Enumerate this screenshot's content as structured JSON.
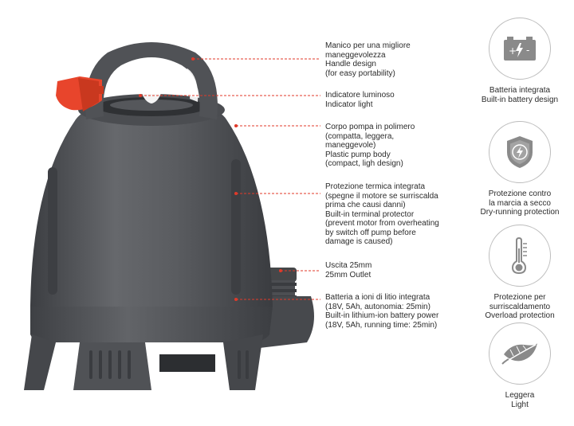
{
  "callouts": [
    {
      "id": "handle",
      "lines": [
        "Manico per una migliore",
        "maneggevolezza",
        "Handle design",
        "(for easy portability)"
      ]
    },
    {
      "id": "indicator",
      "lines": [
        "Indicatore luminoso",
        "Indicator light"
      ]
    },
    {
      "id": "body",
      "lines": [
        "Corpo pompa in polimero",
        "(compatta, leggera,",
        "maneggevole)",
        "Plastic pump body",
        "(compact, ligh design)"
      ]
    },
    {
      "id": "thermal",
      "lines": [
        "Protezione termica integrata",
        "(spegne il motore se surriscalda",
        "prima che causi danni)",
        "Built-in terminal protector",
        "(prevent motor from overheating",
        "by switch off pump before",
        "damage is caused)"
      ]
    },
    {
      "id": "outlet",
      "lines": [
        "Uscita 25mm",
        "25mm Outlet"
      ]
    },
    {
      "id": "battery",
      "lines": [
        "Batteria a ioni di litio integrata",
        "(18V, 5Ah, autonomia: 25min)",
        "Built-in lithium-ion battery power",
        "(18V, 5Ah, running time: 25min)"
      ]
    }
  ],
  "features": [
    {
      "icon": "battery-icon",
      "lines": [
        "Batteria integrata",
        "Built-in battery design"
      ]
    },
    {
      "icon": "lightning-shield-icon",
      "lines": [
        "Protezione contro",
        "la marcia a secco",
        "Dry-running protection"
      ]
    },
    {
      "icon": "thermometer-icon",
      "lines": [
        "Protezione per",
        "surriscaldamento",
        "Overload protection"
      ]
    },
    {
      "icon": "feather-icon",
      "lines": [
        "Leggera",
        "Light"
      ]
    }
  ],
  "colors": {
    "pump_body": "#55575b",
    "pump_shadow": "#3f4145",
    "indicator_cap": "#e8452c",
    "leader_line": "#e03a2a",
    "icon_grey": "#8a8a8a"
  }
}
